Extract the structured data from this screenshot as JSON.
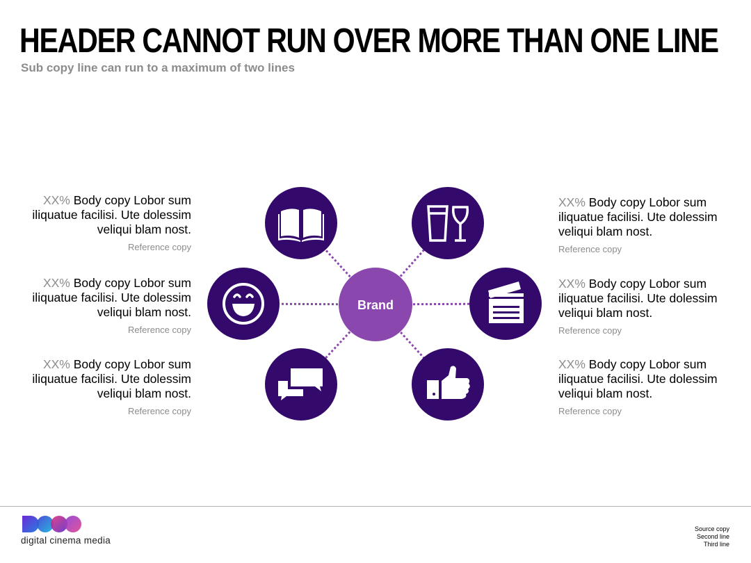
{
  "header": {
    "title": "HEADER CANNOT RUN OVER MORE THAN ONE LINE",
    "subcopy": "Sub copy line can run to a maximum of two lines"
  },
  "diagram": {
    "center_label": "Brand",
    "colors": {
      "node": "#33096b",
      "center": "#8a47ad",
      "connector": "#8a47ad"
    },
    "nodes": [
      {
        "icon": "book-icon"
      },
      {
        "icon": "drinks-icon"
      },
      {
        "icon": "smiley-icon"
      },
      {
        "icon": "clapperboard-icon"
      },
      {
        "icon": "chat-bubbles-icon"
      },
      {
        "icon": "thumbs-up-icon"
      }
    ]
  },
  "blocks": [
    {
      "pct": "XX%",
      "body": "Body copy Lobor sum iliquatue facilisi. Ute dolessim veliqui blam nost.",
      "ref": "Reference copy"
    },
    {
      "pct": "XX%",
      "body": "Body copy Lobor sum iliquatue facilisi. Ute dolessim veliqui blam nost.",
      "ref": "Reference copy"
    },
    {
      "pct": "XX%",
      "body": "Body copy Lobor sum iliquatue facilisi. Ute dolessim veliqui blam nost.",
      "ref": "Reference copy"
    },
    {
      "pct": "XX%",
      "body": "Body copy Lobor sum iliquatue facilisi. Ute dolessim veliqui blam nost.",
      "ref": "Reference copy"
    },
    {
      "pct": "XX%",
      "body": "Body copy Lobor sum iliquatue facilisi. Ute dolessim veliqui blam nost.",
      "ref": "Reference copy"
    },
    {
      "pct": "XX%",
      "body": "Body copy Lobor sum iliquatue facilisi. Ute dolessim veliqui blam nost.",
      "ref": "Reference copy"
    }
  ],
  "footer": {
    "logo_text": "digital cinema media",
    "source": [
      "Source copy",
      "Second line",
      "Third line"
    ]
  }
}
